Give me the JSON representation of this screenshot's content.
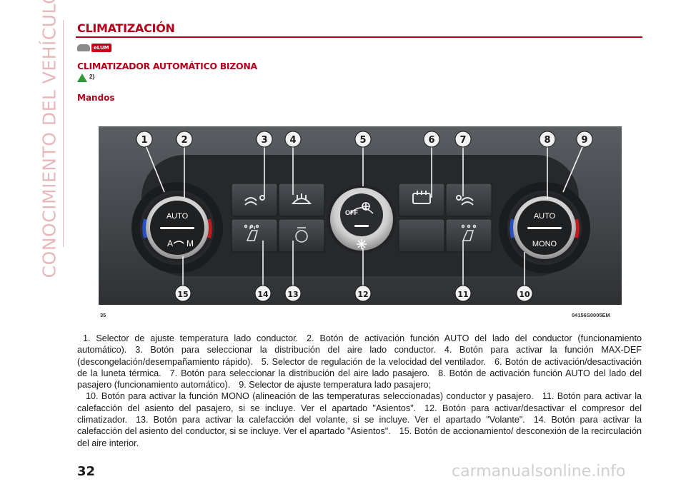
{
  "sidebar": {
    "chapter_title": "CONOCIMIENTO DEL VEHÍCULO"
  },
  "header": {
    "section_title": "CLIMATIZACIÓN",
    "elum_badge": "eLUM",
    "subsection_title": "CLIMATIZADOR AUTOMÁTICO BIZONA",
    "warning_ref": "2)",
    "controls_heading": "Mandos"
  },
  "figure": {
    "labels": {
      "auto_left": "AUTO",
      "ac_left": "A",
      "m_left": "M",
      "auto_right": "AUTO",
      "mono_right": "MONO",
      "off": "OFF"
    },
    "callouts": [
      "1",
      "2",
      "3",
      "4",
      "5",
      "6",
      "7",
      "8",
      "9",
      "10",
      "11",
      "12",
      "13",
      "14",
      "15"
    ],
    "caption_number": "35",
    "caption_code": "04156S0005EM"
  },
  "legend": {
    "items": [
      "1. Selector de ajuste temperatura lado conductor.",
      "2. Botón de activación función AUTO del lado del conductor (funcionamiento automático).",
      "3. Botón para seleccionar la distribución del aire lado conductor.",
      "4. Botón para activar la función MAX-DEF (descongelación/desempañamiento rápido).",
      "5. Selector de regulación de la velocidad del ventilador.",
      "6. Botón de activación/desactivación de la luneta térmica.",
      "7. Botón para seleccionar la distribución del aire lado pasajero.",
      "8. Botón de activación función AUTO del lado del pasajero (funcionamiento automático).",
      "9. Selector de ajuste temperatura lado pasajero;",
      "10. Botón para activar la función MONO (alineación de las temperaturas seleccionadas) conductor y pasajero.",
      "11. Botón para activar la calefacción del asiento del pasajero, si se incluye. Ver el apartado \"Asientos\".",
      "12. Botón para activar/desactivar el compresor del climatizador.",
      "13. Botón para activar la calefacción del volante, si se incluye. Ver el apartado \"Volante\".",
      "14. Botón para activar la calefacción del asiento del conductor, si se incluye. Ver el apartado \"Asientos\".",
      "15. Botón de accionamiento/ desconexión de la recirculación del aire interior."
    ]
  },
  "footer": {
    "page_number": "32",
    "watermark": "carmanualsonline.info"
  },
  "colors": {
    "brand_red": "#b3001b",
    "sidebar_pink": "#e7b7b9",
    "warning_green": "#2f9a3a",
    "callout_bg": "#f2f2f2",
    "callout_text": "#1a1a1a"
  },
  "icons": [
    "car-icon",
    "warning-triangle-icon",
    "fan-icon",
    "ac-snowflake-icon",
    "defrost-icon",
    "rear-defrost-icon",
    "air-distribution-icon",
    "seat-heat-icon",
    "wheel-heat-icon"
  ]
}
